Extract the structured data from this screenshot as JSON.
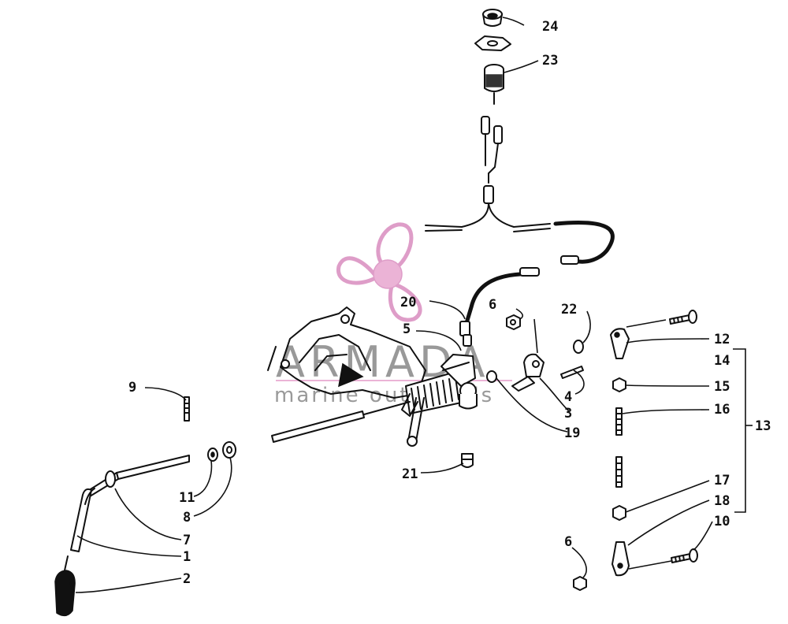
{
  "callouts": {
    "n1": "1",
    "n2": "2",
    "n3": "3",
    "n4": "4",
    "n5": "5",
    "n6a": "6",
    "n6b": "6",
    "n7": "7",
    "n8": "8",
    "n9": "9",
    "n10": "10",
    "n11": "11",
    "n12": "12",
    "n13": "13",
    "n14": "14",
    "n15": "15",
    "n16": "16",
    "n17": "17",
    "n18": "18",
    "n19": "19",
    "n20": "20",
    "n21": "21",
    "n22": "22",
    "n23": "23",
    "n24": "24"
  },
  "watermark": {
    "brand": "ARMADA",
    "tagline": "marine outboards",
    "color": "#e8a6cf",
    "icon": "propeller-icon"
  }
}
